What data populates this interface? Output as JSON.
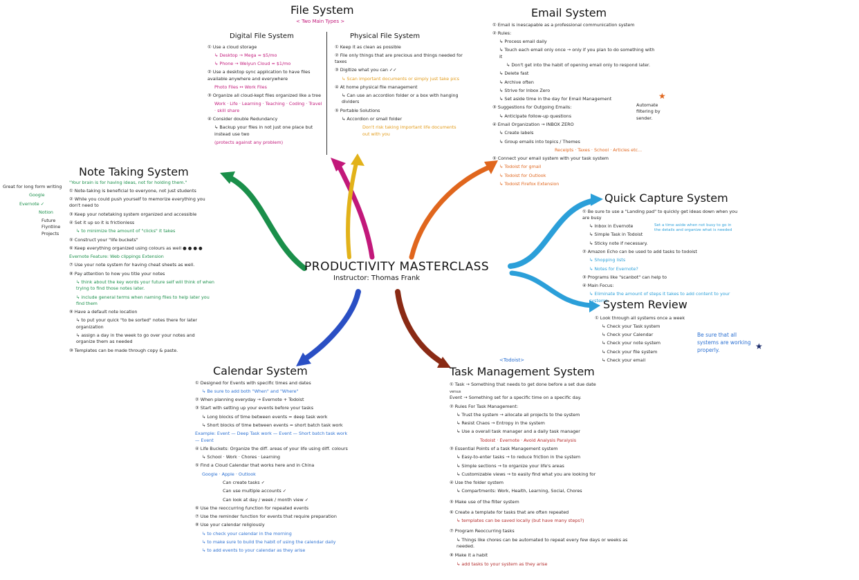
{
  "center": {
    "title": "PRODUCTIVITY MASTERCLASS",
    "instructor": "Instructor:  Thomas Frank"
  },
  "colors": {
    "file": "#c2187a",
    "file2": "#e2b21a",
    "email": "#e0661d",
    "note": "#1a8f4a",
    "quick": "#2b9fd9",
    "calendar": "#2a4fc4",
    "task": "#8a2a14"
  },
  "file_system": {
    "title": "File System",
    "subtitle": "< Two Main Types >",
    "digital": {
      "title": "Digital File System",
      "items": [
        "① Use a cloud storage",
        "↳ Desktop → Mega ≈ $5/mo",
        "↳ Phone → Weiyun Cloud ≈ $1/mo",
        "② Use a desktop sync application to have files available anywhere and everywhere",
        "Photo Files ↔ Work Files",
        "③ Organize all cloud-kept files organized like a tree",
        "Work · Life · Learning · Teaching · Coding · Travel · skill share",
        "④ Consider double Redundancy",
        "↳ Backup your files in not just one place but instead use two",
        "(protects against any problem)"
      ]
    },
    "physical": {
      "title": "Physical File System",
      "items": [
        "① Keep it as clean as possible",
        "② File only things that are precious and things needed for taxes",
        "③ Digitize what you can ✓✓",
        "↳ Scan important documents or simply just take pics",
        "④ At home physical file management",
        "↳ Can use an accordion folder or a box with hanging dividers",
        "⑤ Portable Solutions",
        "↳ Accordion or small folder",
        "Don't risk taking important life documents out with you"
      ]
    }
  },
  "email_system": {
    "title": "Email System",
    "items": [
      "① Email is inescapable as a professional communication system",
      "② Rules:",
      "↳ Process email daily",
      "↳ Touch each email only once → only if you plan to do something with it",
      "↳ Don't get into the habit of opening email only to respond later.",
      "↳ Delete fast",
      "↳ Archive often",
      "↳ Strive for Inbox Zero",
      "↳ Set aside time in the day for Email Management",
      "③ Suggestions for Outgoing Emails:",
      "↳ Anticipate follow-up questions",
      "④ Email Organization → INBOX ZERO",
      "↳ Create labels",
      "↳ Group emails into topics / Themes",
      "Receipts · Taxes · School · Articles  etc...",
      "Automate filtering by sender.",
      "⑤ Connect your email system with your task system",
      "↳ Todoist for gmail",
      "↳ Todoist for Outlook",
      "↳ Todoist Firefox Extension"
    ]
  },
  "note_system": {
    "title": "Note Taking System",
    "quote": "\"Your brain is for having ideas, not for holding them.\"",
    "side": [
      "Great for long form writing",
      "Google",
      "Evernote ✓",
      "Notion",
      "Future Flyntline Projects"
    ],
    "items": [
      "① Note-taking is beneficial to everyone, not just students",
      "② While you could push yourself to memorize everything you don't need to",
      "③ Keep your notetaking system organized and accessible",
      "④ Set it up so it is frictionless",
      "↳ to minimize the amount of \"clicks\" it takes",
      "⑤ Construct your \"life buckets\"",
      "⑥ Keep everything organized using colours as well ● ● ● ●",
      "Evernote Feature: Web clippings Extension",
      "⑦ Use your note system for having cheat sheets as well.",
      "⑧ Pay attention to how you title your notes",
      "↳ think about the key words your future self will think of when trying to find those notes later.",
      "↳ include general terms when naming files to help later you find them",
      "⑨ Have a default note location",
      "↳ to put your quick \"to be sorted\" notes there for later organization",
      "↳ assign a day in the week to go over your notes and organize them as needed",
      "⑩ Templates can be made through copy & paste."
    ]
  },
  "quick_capture": {
    "title": "Quick Capture System",
    "items": [
      "① Be sure to use a \"Landing pad\" to quickly get ideas down when you are busy",
      "↳ Inbox in Evernote",
      "↳ Simple Task in Todoist",
      "↳ Sticky note if necessary.",
      "Set a time aside when not busy to go in the details and organize what is needed",
      "② Amazon Echo can be used to add tasks to todoist",
      "↳ Shopping lists",
      "↳ Notes for Evernote?",
      "③ Programs like \"scanbot\" can help to",
      "④ Main Focus:",
      "↳ Eliminate the amount of steps it takes to add content to your systems"
    ]
  },
  "system_review": {
    "title": "System Review",
    "items": [
      "① Look through all systems once a week",
      "↳ Check your Task system",
      "↳ Check your Calendar",
      "↳ Check your note system",
      "↳ Check your file system",
      "↳ Check your email"
    ],
    "aside": "Be sure that all systems are working properly."
  },
  "calendar": {
    "title": "Calendar System",
    "items": [
      "① Designed for Events with specific times and dates",
      "↳ Be sure to add both \"When\" and \"Where\"",
      "② When planning everyday → Evernote + Todoist",
      "③ Start with setting up your events before your tasks",
      "↳ Long blocks of time between events = deep task work",
      "↳ Short blocks of time between events = short batch task work",
      "Example: Event — Deep Task work — Event — Short batch task work — Event",
      "④ Life Buckets: Organize the diff. areas of your life using diff. colours",
      "↳ School · Work · Chores · Learning",
      "⑤ Find a Cloud Calendar that works here and in China",
      "Google · Apple · Outlook",
      "Can create tasks ✓",
      "Can use multiple accounts ✓",
      "Can look at day / week / month view ✓",
      "⑥ Use the reoccurring function for repeated events",
      "⑦ Use the reminder function for events that require preparation",
      "⑧ Use your calendar religiously",
      "↳ to check your calendar in the morning",
      "↳ to make sure to build the habit of using the calendar daily",
      "↳ to add events to your calendar as they arise"
    ]
  },
  "task_system": {
    "subtitle": "<Todoist>",
    "title": "Task Management System",
    "items": [
      "① Task → Something that needs to get done before a set due date",
      "versus",
      "Event → Something set for a specific time on a specific day.",
      "② Rules For Task Management:",
      "↳ Trust the system → allocate all projects to the system",
      "↳ Resist Chaos → Entropy in the system",
      "↳ Use a overall task manager and a daily task manager",
      "Todoist · Evernote · Avoid Analysis Paralysis",
      "③ Essential Points of a task Management system",
      "↳ Easy-to-enter tasks → to reduce friction in the system",
      "↳ Simple sections → to organize your life's areas",
      "↳ Customizable views → to easily find what you are looking for",
      "④ Use the folder system",
      "↳ Compartments: Work, Health, Learning, Social, Chores",
      "⑤ Make use of the filter system",
      "⑥ Create a template for tasks that are often repeated",
      "↳ templates can be saved locally (but have many steps?)",
      "⑦ Program Reoccurring tasks",
      "↳ Things like chores can be automated to repeat every few days or weeks as needed.",
      "⑧ Make it a habit",
      "↳ add tasks to your system as they arise"
    ]
  }
}
